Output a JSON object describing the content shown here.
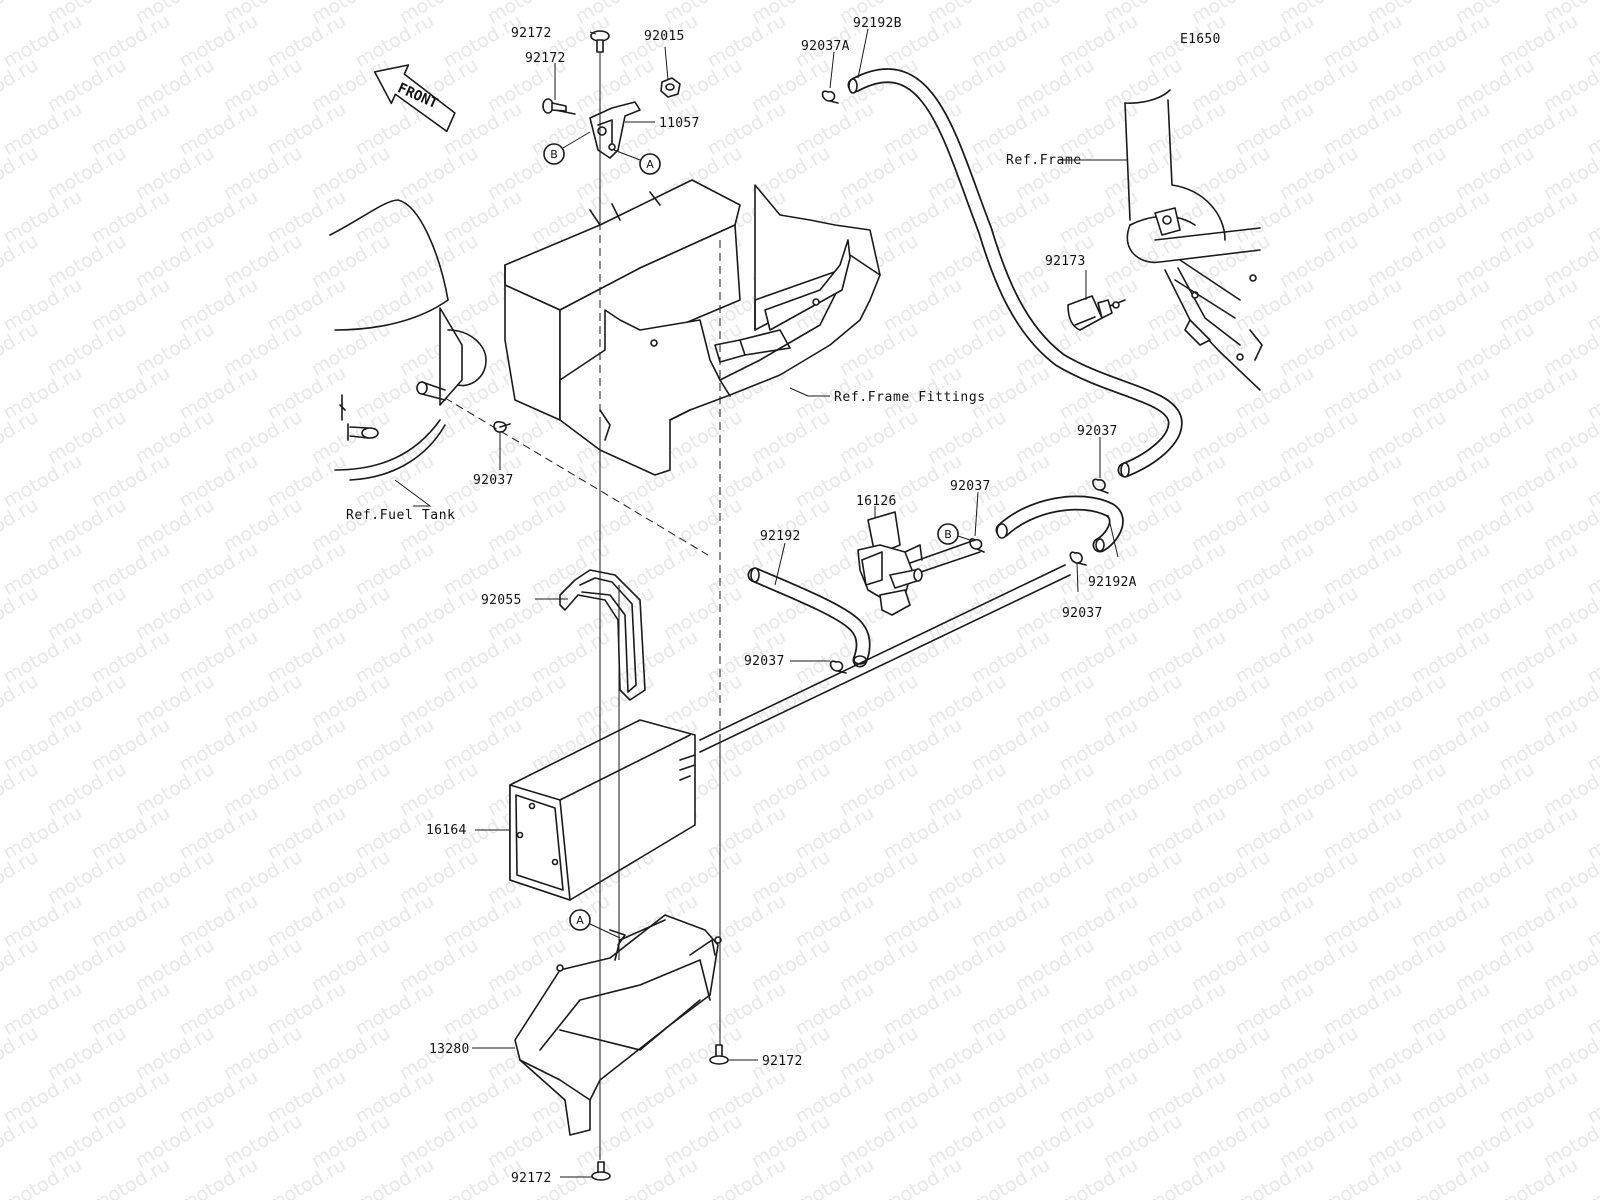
{
  "diagram_code": "E1650",
  "front_label": "FRONT",
  "watermark": "motod.ru",
  "callouts": {
    "bolt_top": "92172",
    "bolt_left": "92172",
    "nut": "92015",
    "bracket": "11057",
    "hose_b_clamp": "92037A",
    "hose_b": "92192B",
    "ref_frame": "Ref.Frame",
    "switch_valve_mount": "92173",
    "ref_frame_fittings": "Ref.Frame Fittings",
    "clamp_right_upper": "92037",
    "clamp_right_mid": "92037",
    "solenoid_valve": "16126",
    "hose_a": "92192A",
    "clamp_right_lower": "92037",
    "clamp_left": "92037",
    "ref_fuel_tank": "Ref.Fuel Tank",
    "hose": "92192",
    "band": "92055",
    "clamp_center": "92037",
    "canister": "16164",
    "cover": "13280",
    "bolt_bottom_right": "92172",
    "bolt_bottom": "92172"
  },
  "markers": {
    "a": "A",
    "b": "B"
  }
}
